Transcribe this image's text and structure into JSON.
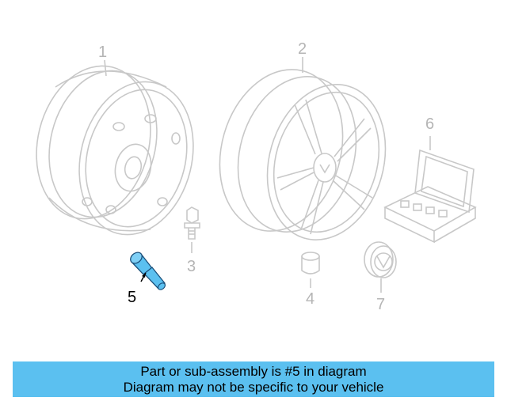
{
  "callouts": {
    "c1": "1",
    "c2": "2",
    "c3": "3",
    "c4": "4",
    "c5": "5",
    "c6": "6",
    "c7": "7"
  },
  "banner": {
    "line1": "Part or sub-assembly is #5 in diagram",
    "line2": "Diagram may not be specific to your vehicle"
  },
  "colors": {
    "outline": "#c8c8c8",
    "highlight": "#5bc0f0",
    "active_callout": "#000000",
    "banner_bg": "#5bc0f0"
  }
}
